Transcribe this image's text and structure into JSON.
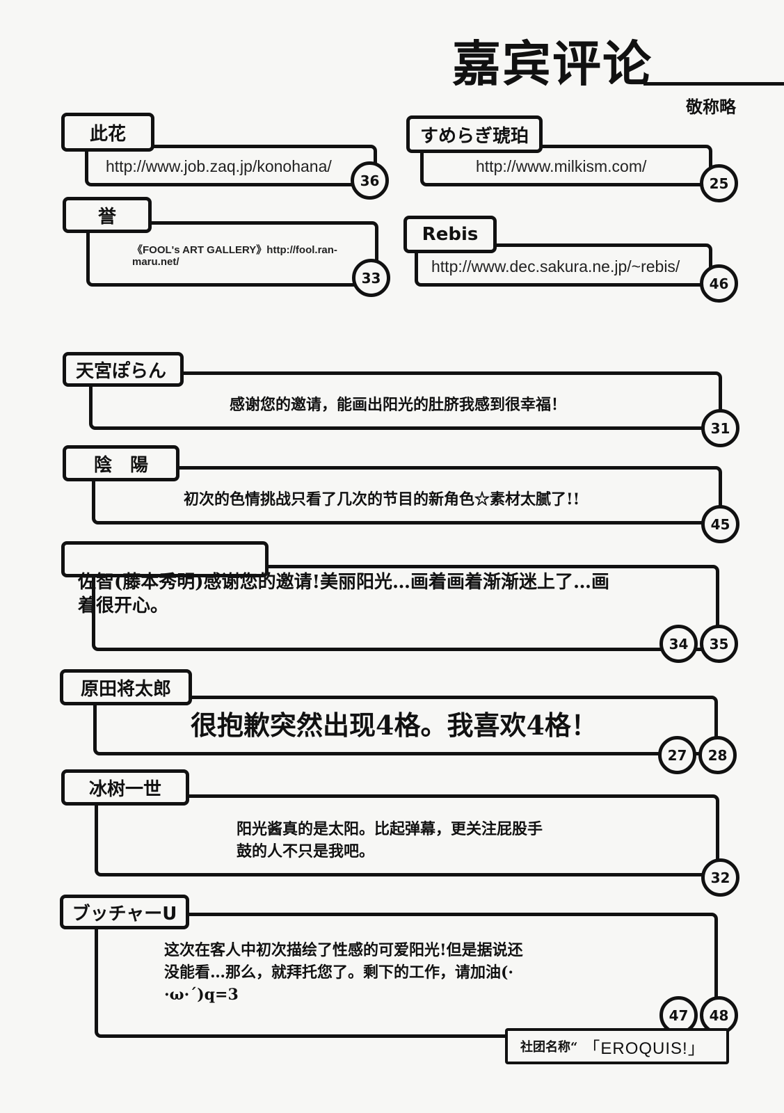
{
  "header": {
    "title": "嘉宾评论",
    "honorific": "敬称略"
  },
  "entries": [
    {
      "name": "此花",
      "url": "http://www.job.zaq.jp/konohana/",
      "pages": [
        "36"
      ]
    },
    {
      "name": "すめらぎ琥珀",
      "url": "http://www.milkism.com/",
      "pages": [
        "25"
      ]
    },
    {
      "name": "誉",
      "url_line1": "《FOOL's ART GALLERY》http://fool.ran-",
      "url_line2": "maru.net/",
      "pages": [
        "33"
      ]
    },
    {
      "name": "Rebis",
      "url": "http://www.dec.sakura.ne.jp/~rebis/",
      "pages": [
        "46"
      ]
    },
    {
      "name": "天宮ぽらん",
      "comment": "感谢您的邀请，能画出阳光的肚脐我感到很幸福！",
      "pages": [
        "31"
      ]
    },
    {
      "name": "陰　陽",
      "comment": "初次的色情挑战只看了几次的节目的新角色☆素材太腻了!!",
      "pages": [
        "45"
      ]
    },
    {
      "name": "",
      "comment_line1": "佐智(藤本秀明)感谢您的邀请!美丽阳光…画着画着渐渐迷上了…画",
      "comment_line2": "着很开心。",
      "pages": [
        "34",
        "35"
      ]
    },
    {
      "name": "原田将太郎",
      "comment": "很抱歉突然出现4格。我喜欢4格！",
      "pages": [
        "27",
        "28"
      ]
    },
    {
      "name": "冰树一世",
      "comment_line1": "阳光酱真的是太阳。比起弹幕，更关注屁股手",
      "comment_line2": "鼓的人不只是我吧。",
      "pages": [
        "32"
      ]
    },
    {
      "name": "ブッチャーU",
      "comment_line1": "这次在客人中初次描绘了性感的可爱阳光!但是据说还",
      "comment_line2": "没能看…那么，就拜托您了。剩下的工作，请加油(·",
      "comment_line3": "·ω·´)q=3",
      "pages": [
        "47",
        "48"
      ]
    }
  ],
  "footer": {
    "label": "社团名称“",
    "circle": "「EROQUIS!」"
  }
}
